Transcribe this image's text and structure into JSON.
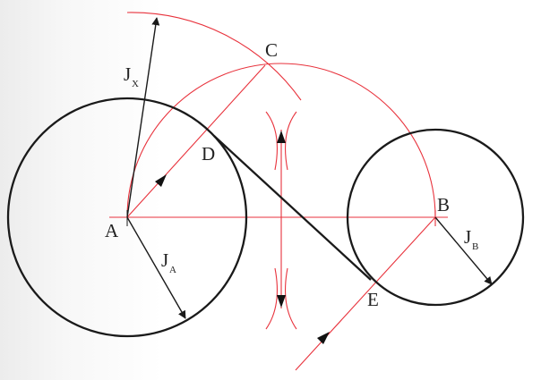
{
  "labels": {
    "A": "A",
    "B": "B",
    "C": "C",
    "D": "D",
    "E": "E",
    "J": "J",
    "sub_x": "X",
    "sub_a": "A",
    "sub_b": "B"
  },
  "colors": {
    "construction": "#e8323c",
    "outline": "#1a1a1a",
    "background": "#ffffff"
  }
}
